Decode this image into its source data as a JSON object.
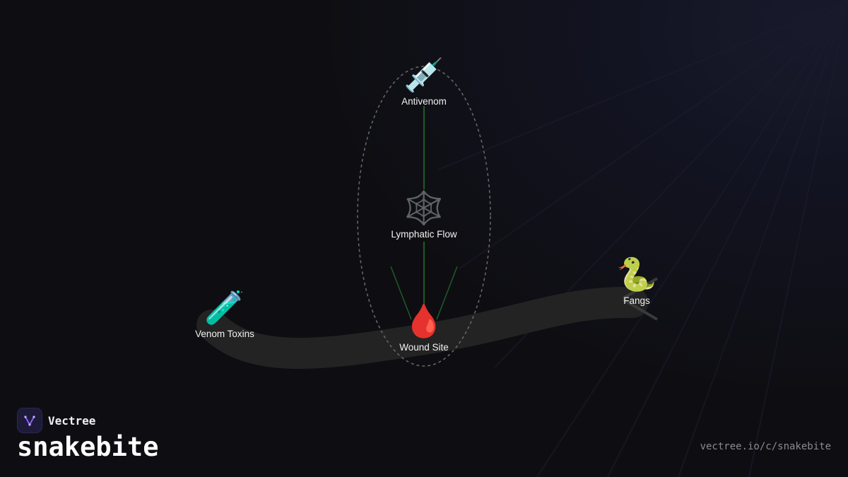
{
  "brand": {
    "name": "Vectree",
    "logo_icon": "vectree-v-icon",
    "accent_color": "#8b5cf6"
  },
  "page": {
    "title": "snakebite",
    "url": "vectree.io/c/snakebite"
  },
  "diagram": {
    "nodes": {
      "antivenom": {
        "label": "Antivenom",
        "icon": "syringe-icon",
        "glyph": "💉"
      },
      "lymphatic": {
        "label": "Lymphatic Flow",
        "icon": "spider-web-icon",
        "glyph": "🕸️"
      },
      "wound": {
        "label": "Wound Site",
        "icon": "blood-drop-icon",
        "glyph": "🩸"
      },
      "venom": {
        "label": "Venom Toxins",
        "icon": "test-tube-icon",
        "glyph": "🧪"
      },
      "fangs": {
        "label": "Fangs",
        "icon": "snake-icon",
        "glyph": "🐍"
      }
    },
    "colors": {
      "path": "#232323",
      "connector": "#1f5a2a",
      "ellipse": "#6a6a6a",
      "fangs_stroke": "#3a3a3a"
    }
  }
}
